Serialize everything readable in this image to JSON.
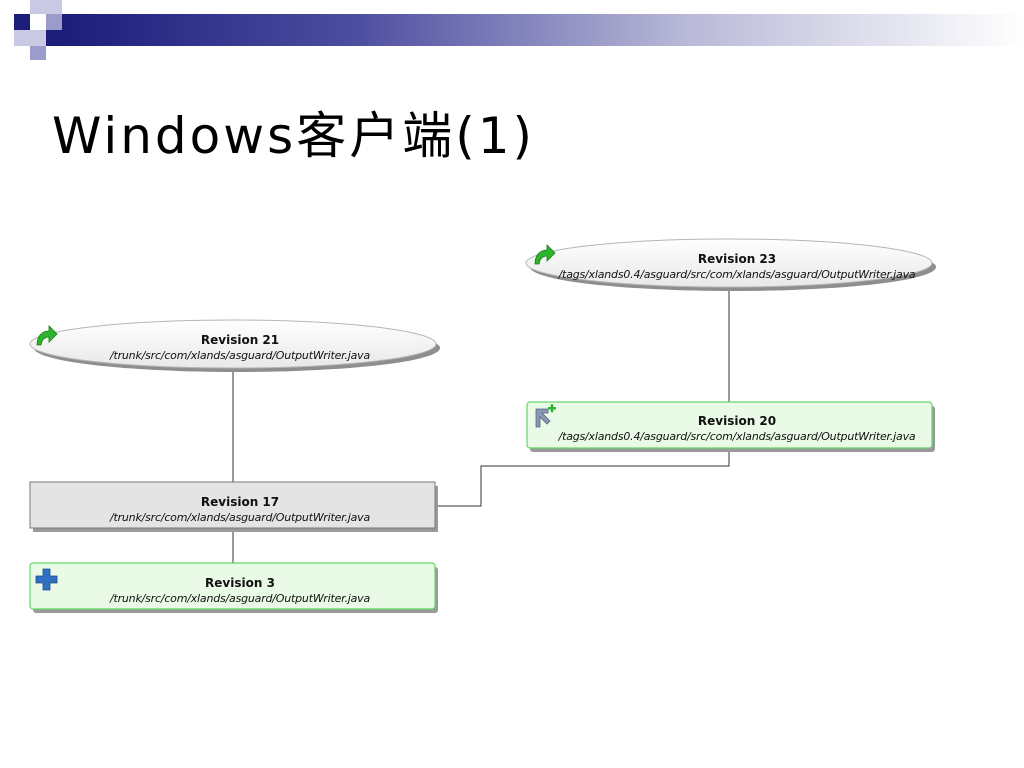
{
  "title": "Windows客户端(1)",
  "nodes": {
    "rev23": {
      "revision": "Revision 23",
      "path": "/tags/xlands0.4/asguard/src/com/xlands/asguard/OutputWriter.java",
      "kind": "copy",
      "icon": "green-arrow-icon"
    },
    "rev21": {
      "revision": "Revision 21",
      "path": "/trunk/src/com/xlands/asguard/OutputWriter.java",
      "kind": "copy",
      "icon": "green-arrow-icon"
    },
    "rev20": {
      "revision": "Revision 20",
      "path": "/tags/xlands0.4/asguard/src/com/xlands/asguard/OutputWriter.java",
      "kind": "branch",
      "icon": "branch-plus-icon"
    },
    "rev17": {
      "revision": "Revision 17",
      "path": "/trunk/src/com/xlands/asguard/OutputWriter.java",
      "kind": "modified",
      "icon": ""
    },
    "rev3": {
      "revision": "Revision 3",
      "path": "/trunk/src/com/xlands/asguard/OutputWriter.java",
      "kind": "added",
      "icon": "blue-plus-icon"
    }
  },
  "colors": {
    "added_fill": "#e9fbe6",
    "added_border": "#63d56a",
    "modified_fill": "#e4e4e4",
    "ellipse_fill": "#f4f4f4",
    "deco_dark": "#1d1d7a",
    "deco_light": "#9c9ccc"
  }
}
